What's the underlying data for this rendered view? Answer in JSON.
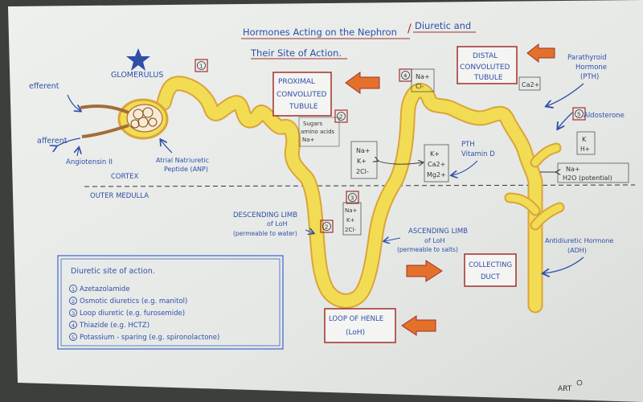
{
  "title_line1_part1": "Hormones Acting on the Nephron",
  "title_line1_part2": "Diuretic and",
  "title_line2": "Their Site of Action.",
  "glomerulus": "GLOMERULUS",
  "efferent": "efferent",
  "afferent": "afferent",
  "angiotensin": "Angiotensin II",
  "anp_line1": "Atrial Natriuretic",
  "anp_line2": "Peptide (ANP)",
  "cortex": "CORTEX",
  "outer_medulla": "OUTER MEDULLA",
  "pct_line1": "PROXIMAL",
  "pct_line2": "CONVOLUTED",
  "pct_line3": "TUBULE",
  "dct_line1": "DISTAL",
  "dct_line2": "CONVOLUTED",
  "dct_line3": "TUBULE",
  "pth_line1": "Parathyroid",
  "pth_line2": "Hormone",
  "pth_line3": "(PTH)",
  "aldosterone": "Aldosterone",
  "pct_reabsorb": [
    "Sugars",
    "amino acids",
    "Na+"
  ],
  "ion_box1": [
    "Na+",
    "K+",
    "2Cl-"
  ],
  "ion_box2": [
    "K+",
    "Ca2+",
    "Mg2+"
  ],
  "ion_box3": [
    "Na+",
    "Cl-"
  ],
  "dct_ca": "Ca2+",
  "k_box": [
    "K",
    "H+"
  ],
  "na_h2o_line1": "Na+",
  "na_h2o_line2": "H2O (potential)",
  "pth_vitd_line1": "PTH",
  "pth_vitd_line2": "Vitamin D",
  "loop_ions": [
    "Na+",
    "K+",
    "2Cl-"
  ],
  "desc_limb_line1": "DESCENDING LIMB",
  "desc_limb_line2": "of LoH",
  "desc_limb_line3": "(permeable to water)",
  "asc_limb_line1": "ASCENDING LIMB",
  "asc_limb_line2": "of LoH",
  "asc_limb_line3": "(permeable to salts)",
  "adh_line1": "Antidiuretic Hormone",
  "adh_line2": "(ADH)",
  "collecting_line1": "COLLECTING",
  "collecting_line2": "DUCT",
  "loh_line1": "LOOP OF HENLE",
  "loh_line2": "(LoH)",
  "markers": [
    "1",
    "2",
    "3",
    "4",
    "5"
  ],
  "legend": {
    "title": "Diuretic site of action.",
    "items": [
      "Azetazolamide",
      "Osmotic diuretics (e.g. manitol)",
      "Loop diuretic (e.g. furosemide)",
      "Thiazide (e.g. HCTZ)",
      "Potassium - sparing (e.g. spironolactone)"
    ]
  },
  "signature": "ART",
  "colors": {
    "tubule_fill": "#f2dc54",
    "tubule_edge": "#d9a53a",
    "box_red": "#a0302a",
    "arrow_orange": "#e4712a",
    "ink_blue": "#2f4fa8",
    "legend_blue": "#3b63c8"
  }
}
